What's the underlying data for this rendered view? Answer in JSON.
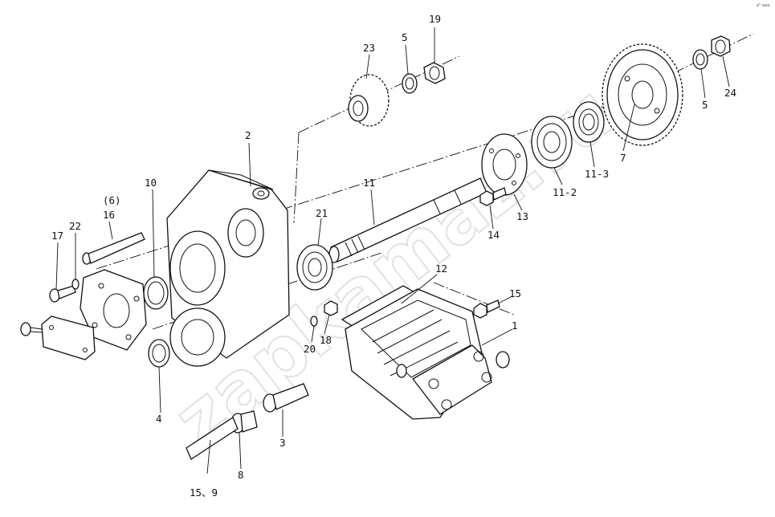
{
  "watermark": "zapkamaz.ru",
  "corner_mark": "a\" aaa",
  "callouts": [
    {
      "id": "c1",
      "text": "1"
    },
    {
      "id": "c2",
      "text": "2"
    },
    {
      "id": "c3",
      "text": "3"
    },
    {
      "id": "c4",
      "text": "4"
    },
    {
      "id": "c5a",
      "text": "5"
    },
    {
      "id": "c5b",
      "text": "5"
    },
    {
      "id": "c6",
      "text": "(6)"
    },
    {
      "id": "c7",
      "text": "7"
    },
    {
      "id": "c8",
      "text": "8"
    },
    {
      "id": "c10",
      "text": "10"
    },
    {
      "id": "c11",
      "text": "11"
    },
    {
      "id": "c11_2",
      "text": "11-2"
    },
    {
      "id": "c11_3",
      "text": "11-3"
    },
    {
      "id": "c12",
      "text": "12"
    },
    {
      "id": "c13",
      "text": "13"
    },
    {
      "id": "c14",
      "text": "14"
    },
    {
      "id": "c15",
      "text": "15"
    },
    {
      "id": "c15_9",
      "text": "15、9"
    },
    {
      "id": "c16",
      "text": "16"
    },
    {
      "id": "c17",
      "text": "17"
    },
    {
      "id": "c18",
      "text": "18"
    },
    {
      "id": "c19",
      "text": "19"
    },
    {
      "id": "c20",
      "text": "20"
    },
    {
      "id": "c21",
      "text": "21"
    },
    {
      "id": "c22",
      "text": "22"
    },
    {
      "id": "c23",
      "text": "23"
    },
    {
      "id": "c24",
      "text": "24"
    }
  ]
}
